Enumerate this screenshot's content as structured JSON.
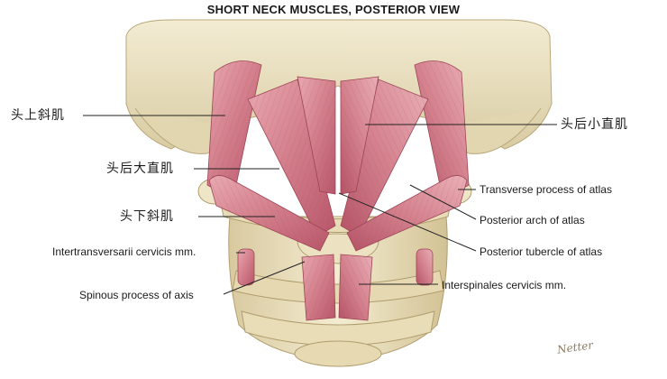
{
  "title": "SHORT NECK MUSCLES, POSTERIOR VIEW",
  "labels": {
    "obliquus_capitis_superior": "头上斜肌",
    "rectus_capitis_posterior_major": "头后大直肌",
    "obliquus_capitis_inferior": "头下斜肌",
    "rectus_capitis_posterior_minor": "头后小直肌",
    "transverse_process": "Transverse process of atlas",
    "posterior_arch": "Posterior arch of atlas",
    "posterior_tubercle": "Posterior tubercle of atlas",
    "intertransversarii": "Intertransversarii cervicis mm.",
    "spinous_process": "Spinous process of axis",
    "interspinales": "Interspinales cervicis mm."
  },
  "signature": "Netter",
  "colors": {
    "bone": "#efe6c8",
    "bone_shadow": "#c9b98e",
    "muscle": "#d98a92",
    "muscle_dark": "#b5566a",
    "leader": "#222222"
  }
}
